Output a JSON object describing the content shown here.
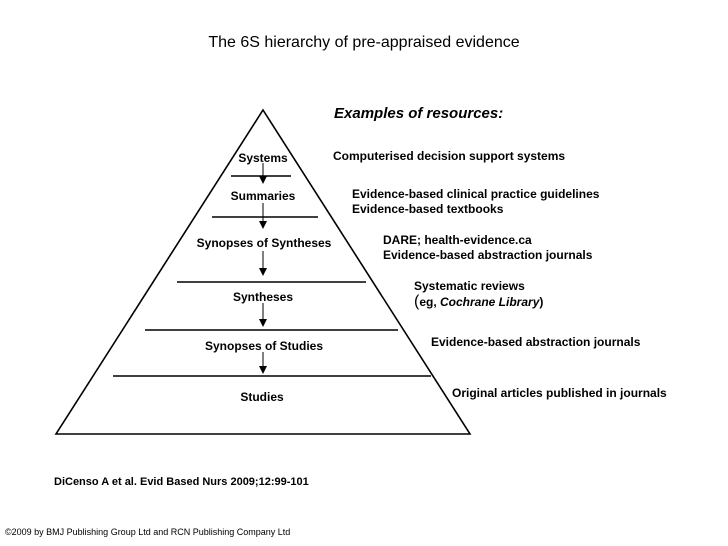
{
  "title": "The 6S hierarchy of pre-appraised evidence",
  "tiers": [
    {
      "label": "Systems"
    },
    {
      "label": "Summaries"
    },
    {
      "label": "Synopses of Syntheses"
    },
    {
      "label": "Syntheses"
    },
    {
      "label": "Synopses of Studies"
    },
    {
      "label": "Studies"
    }
  ],
  "resources": {
    "heading": "Examples of resources:",
    "systems": [
      "Computerised decision support systems"
    ],
    "summaries": [
      "Evidence-based clinical practice guidelines",
      "Evidence-based textbooks"
    ],
    "synopses_of_syntheses": [
      "DARE; health-evidence.ca",
      "Evidence-based abstraction journals"
    ],
    "syntheses": {
      "line1": "Systematic reviews",
      "paren_open": "(",
      "eg": "eg, ",
      "library": "Cochrane Library",
      "paren_close": ")"
    },
    "synopses_of_studies": [
      "Evidence-based abstraction journals"
    ],
    "studies": [
      "Original articles published in journals"
    ]
  },
  "citation": "DiCenso A et al. Evid Based Nurs 2009;12:99-101",
  "copyright": "©2009 by BMJ Publishing Group Ltd and RCN Publishing Company Ltd"
}
